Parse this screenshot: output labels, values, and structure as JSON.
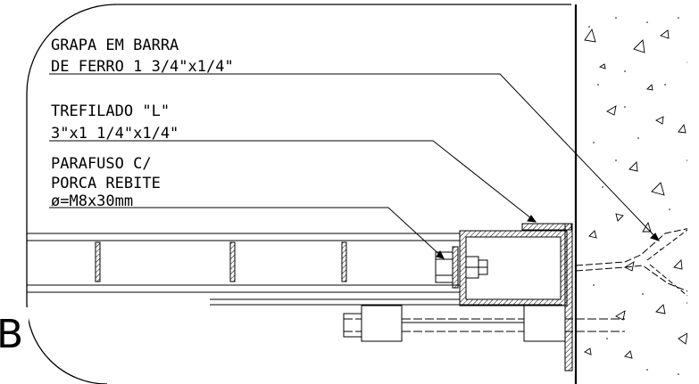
{
  "labels": {
    "grapa_line1": "GRAPA EM BARRA",
    "grapa_line2": "DE FERRO 1 3/4\"x1/4\"",
    "trefilado_line1": "TREFILADO \"L\"",
    "trefilado_line2": "3\"x1 1/4\"x1/4\"",
    "parafuso_line1": "PARAFUSO C/",
    "parafuso_line2": "PORCA REBITE",
    "parafuso_line3": "ø=M8x30mm"
  },
  "detail_mark": "B"
}
